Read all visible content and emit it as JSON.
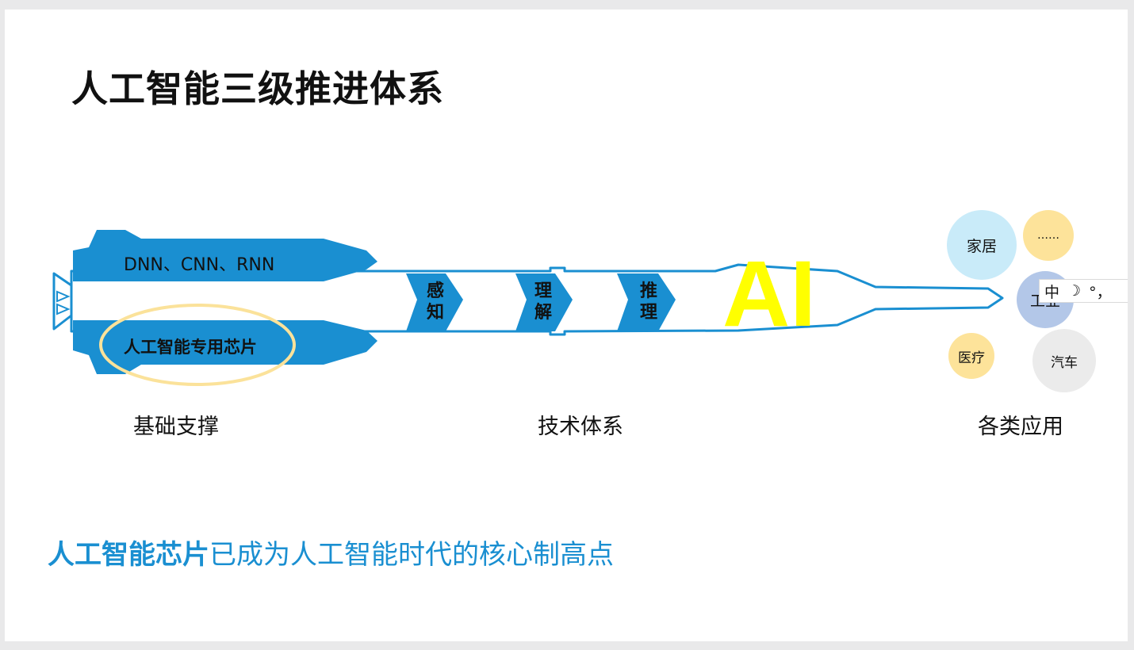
{
  "slide": {
    "title": "人工智能三级推进体系",
    "top_box": "DNN、CNN、RNN",
    "bottom_box": "人工智能专用芯片",
    "ai_label": "AI",
    "chevrons": [
      {
        "line1": "感",
        "line2": "知"
      },
      {
        "line1": "理",
        "line2": "解"
      },
      {
        "line1": "推",
        "line2": "理"
      }
    ],
    "sections": {
      "foundation": "基础支撑",
      "technology": "技术体系",
      "applications": "各类应用"
    },
    "bubbles": {
      "home": "家居",
      "more": "……",
      "industry": "工业",
      "medical": "医疗",
      "auto": "汽车"
    },
    "bottom": {
      "highlight": "人工智能芯片",
      "rest": "已成为人工智能时代的核心制高点"
    },
    "colors": {
      "brand_blue": "#1a8fd1",
      "ai_yellow": "#ffff00",
      "ellipse": "#fbe29a",
      "bubble_lightblue": "#c9ebf9",
      "bubble_yellow": "#fde39a",
      "bubble_periwinkle": "#b3c7e8",
      "bubble_gray": "#ebebeb"
    }
  },
  "ime": {
    "mode": "中",
    "moon_icon": "☽",
    "punct": "°，"
  }
}
